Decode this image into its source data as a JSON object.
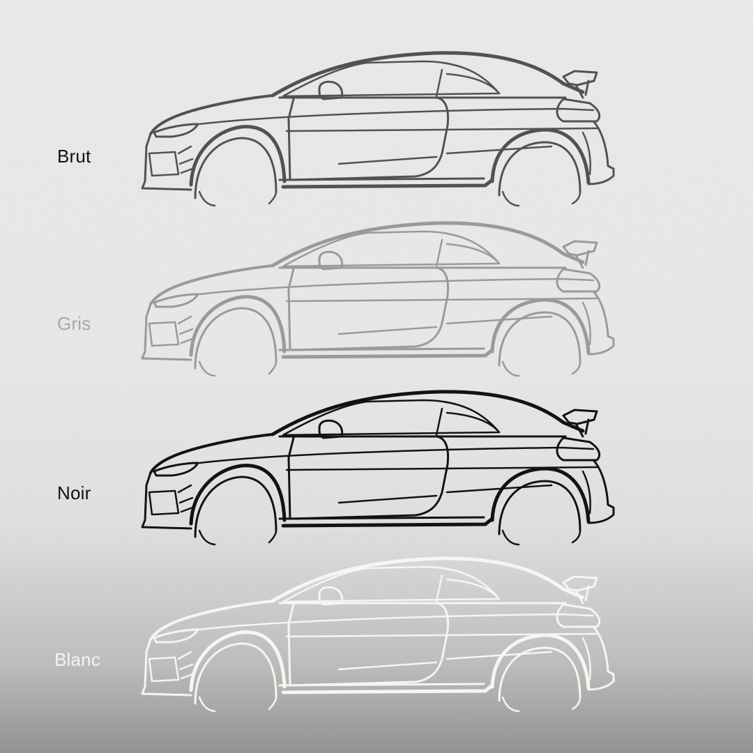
{
  "variants": [
    {
      "label": "Brut",
      "label_color": "#111111",
      "stroke": "#4a4a48",
      "opacity": 0.95
    },
    {
      "label": "Gris",
      "label_color": "#a8a8a8",
      "stroke": "#9a9a9a",
      "opacity": 1.0
    },
    {
      "label": "Noir",
      "label_color": "#111111",
      "stroke": "#121212",
      "opacity": 1.0
    },
    {
      "label": "Blanc",
      "label_color": "#f4f4f0",
      "stroke": "#f6f6f0",
      "opacity": 1.0
    }
  ],
  "icons": {
    "car": "car-silhouette-icon"
  }
}
